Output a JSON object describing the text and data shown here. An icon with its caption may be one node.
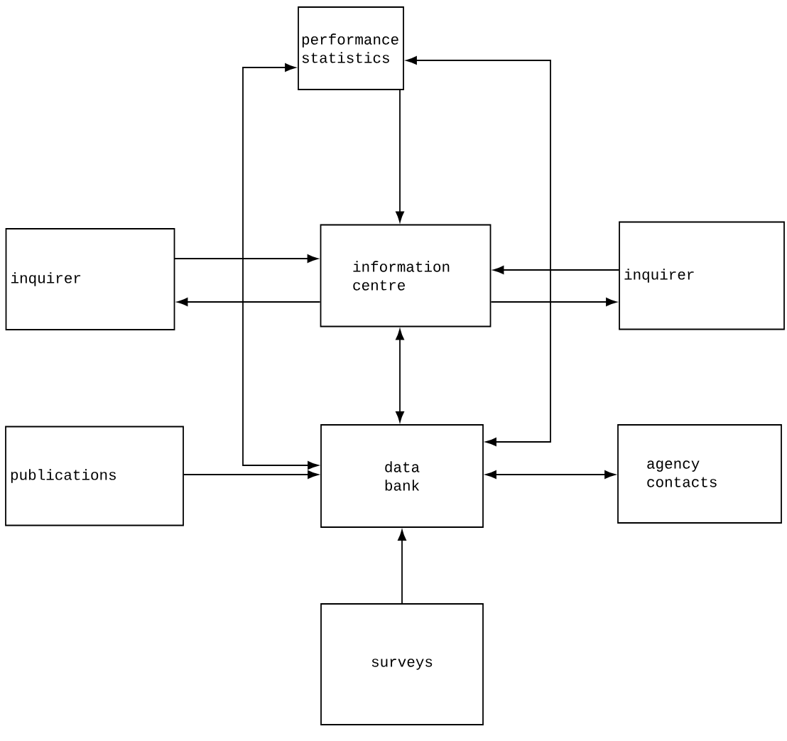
{
  "diagram": {
    "nodes": [
      {
        "text": [
          "performance statistics"
        ]
      },
      {
        "text": [
          "inquirer"
        ]
      },
      {
        "text": [
          "information centre"
        ]
      },
      {
        "text": [
          "inquirer"
        ]
      },
      {
        "text": [
          "publications"
        ]
      },
      {
        "text": [
          "data bank"
        ]
      },
      {
        "text": [
          "agency contacts"
        ]
      },
      {
        "text": [
          "surveys"
        ]
      }
    ],
    "edges": [
      {
        "from": 1,
        "to": 2,
        "arrow": "to"
      },
      {
        "from": 2,
        "to": 1,
        "arrow": "to"
      },
      {
        "from": 3,
        "to": 2,
        "arrow": "to"
      },
      {
        "from": 2,
        "to": 3,
        "arrow": "to"
      },
      {
        "from": 0,
        "to": 2,
        "arrow": "to"
      },
      {
        "from": 2,
        "to": 5,
        "arrow": "both"
      },
      {
        "from": 1,
        "to": 0,
        "arrow": "to"
      },
      {
        "from": 1,
        "to": 5,
        "arrow": "to"
      },
      {
        "from": 3,
        "to": 0,
        "arrow": "to"
      },
      {
        "from": 3,
        "to": 5,
        "arrow": "to"
      },
      {
        "from": 4,
        "to": 5,
        "arrow": "to"
      },
      {
        "from": 5,
        "to": 6,
        "arrow": "both"
      },
      {
        "from": 7,
        "to": 5,
        "arrow": "to"
      }
    ]
  }
}
